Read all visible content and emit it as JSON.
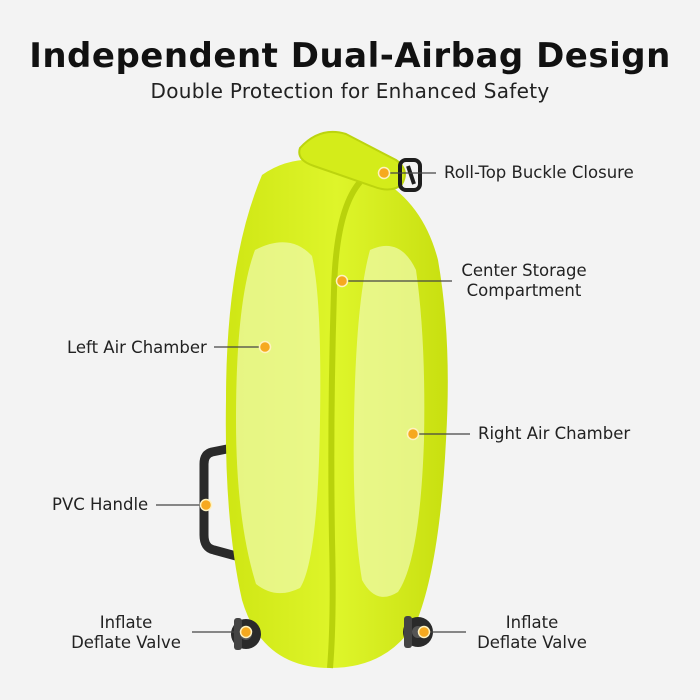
{
  "header": {
    "title": "Independent Dual-Airbag Design",
    "subtitle": "Double Protection for Enhanced Safety"
  },
  "callouts": {
    "roll_top": "Roll-Top Buckle Closure",
    "center_storage_line1": "Center Storage",
    "center_storage_line2": "Compartment",
    "left_chamber": "Left Air Chamber",
    "right_chamber": "Right Air Chamber",
    "handle": "PVC Handle",
    "valve_left_line1": "Inflate",
    "valve_left_line2": "Deflate Valve",
    "valve_right_line1": "Inflate",
    "valve_right_line2": "Deflate Valve"
  },
  "colors": {
    "background": "#f3f3f3",
    "product": "#d8f01c",
    "marker": "#f6a91f",
    "line": "#444444"
  }
}
